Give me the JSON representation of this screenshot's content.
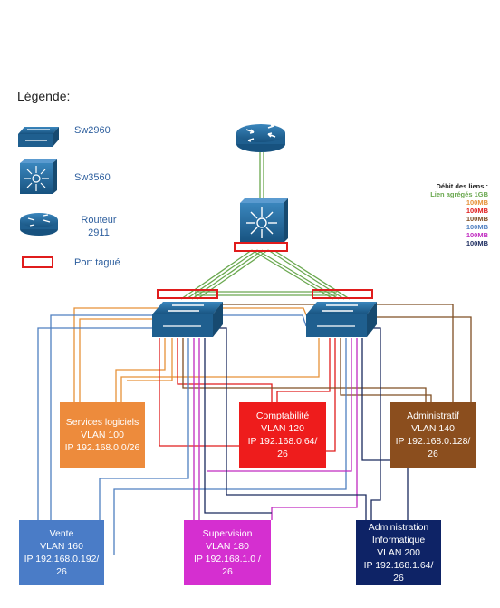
{
  "legend": {
    "title": "Légende:",
    "items": [
      {
        "key": "sw2960",
        "label": "Sw2960"
      },
      {
        "key": "sw3560",
        "label": "Sw3560"
      },
      {
        "key": "router",
        "label": "Routeur\n2911"
      },
      {
        "key": "tagged",
        "label": "Port tagué"
      }
    ]
  },
  "link_speeds": {
    "title": "Débit des liens :",
    "items": [
      {
        "label": "Lien agrégés 1GB",
        "color": "#6aa84f"
      },
      {
        "label": "100MB",
        "color": "#e69138"
      },
      {
        "label": "100MB",
        "color": "#e01c1c"
      },
      {
        "label": "100MB",
        "color": "#7f4f24"
      },
      {
        "label": "100MB",
        "color": "#4f7fc0"
      },
      {
        "label": "100MB",
        "color": "#c02ac0"
      },
      {
        "label": "100MB",
        "color": "#1a2a5e"
      }
    ]
  },
  "vlans": [
    {
      "key": "services",
      "name": "Services logiciels",
      "vlan": "VLAN 100",
      "ip": "IP 192.168.0.0/26",
      "color": "#ed8b3c"
    },
    {
      "key": "compta",
      "name": "Comptabilité",
      "vlan": "VLAN 120",
      "ip": "IP 192.168.0.64/\n26",
      "color": "#ee1c1c"
    },
    {
      "key": "admin",
      "name": "Administratif",
      "vlan": "VLAN 140",
      "ip": "IP 192.168.0.128/\n26",
      "color": "#8b4e1e"
    },
    {
      "key": "vente",
      "name": "Vente",
      "vlan": "VLAN 160",
      "ip": "IP 192.168.0.192/\n26",
      "color": "#4a7cc7"
    },
    {
      "key": "supervision",
      "name": "Supervision",
      "vlan": "VLAN 180",
      "ip": "IP 192.168.1.0 /\n26",
      "color": "#d52fd0"
    },
    {
      "key": "admin_info",
      "name": "Administration\nInformatique",
      "vlan": "VLAN 200",
      "ip": "IP 192.168.1.64/\n26",
      "color": "#0e2366"
    }
  ],
  "colors": {
    "device": "#1f5f8f",
    "device_dark": "#174a70",
    "tag": "#e01c1c"
  }
}
